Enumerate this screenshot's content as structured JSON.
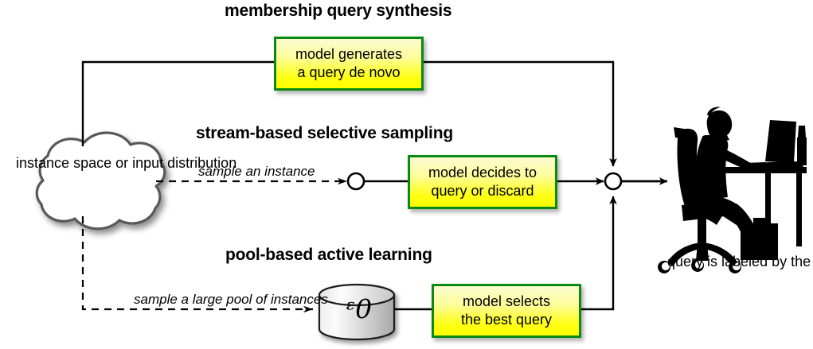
{
  "diagram": {
    "title_sections": [
      {
        "id": "membership",
        "label": "membership query synthesis"
      },
      {
        "id": "stream",
        "label": "stream-based selective sampling"
      },
      {
        "id": "pool",
        "label": "pool-based active learning"
      }
    ],
    "source_node": {
      "name": "instance-space-cloud",
      "shape": "cloud",
      "lines": [
        "instance",
        "space or input",
        "distribution"
      ]
    },
    "process_boxes": [
      {
        "id": "membership-box",
        "lines": [
          "model generates",
          "a query de novo"
        ],
        "border_color": "#0a8a12",
        "fill_top": "#fbfbd2",
        "fill_bottom": "#ffff00"
      },
      {
        "id": "stream-box",
        "lines": [
          "model decides to",
          "query or discard"
        ],
        "border_color": "#0a8a12",
        "fill_top": "#fbfbd2",
        "fill_bottom": "#ffff00"
      },
      {
        "id": "pool-box",
        "lines": [
          "model selects",
          "the best query"
        ],
        "border_color": "#0a8a12",
        "fill_top": "#fbfbd2",
        "fill_bottom": "#ffff00"
      }
    ],
    "edge_labels": [
      {
        "id": "sample-instance",
        "lines": [
          "sample an",
          "instance"
        ]
      },
      {
        "id": "sample-pool",
        "lines": [
          "sample a large",
          "pool of instances"
        ]
      }
    ],
    "pool_store": {
      "name": "unlabeled-pool-cylinder",
      "symbol": "ᵋ0",
      "fill_top": "#f4f4f4",
      "fill_bottom": "#b9b9b9"
    },
    "oracle": {
      "name": "oracle-person-at-desk",
      "caption_lines": [
        "query is labeled",
        "by the oracle"
      ]
    },
    "junction": {
      "name": "merge-junction",
      "shape": "circle"
    },
    "stream_node": {
      "name": "stream-instance-node",
      "shape": "circle"
    },
    "colors": {
      "line": "#000000",
      "box_border": "#0a8a12",
      "box_fill": "#ffff00",
      "cloud_stroke": "#555555",
      "background": "#ffffff"
    }
  }
}
